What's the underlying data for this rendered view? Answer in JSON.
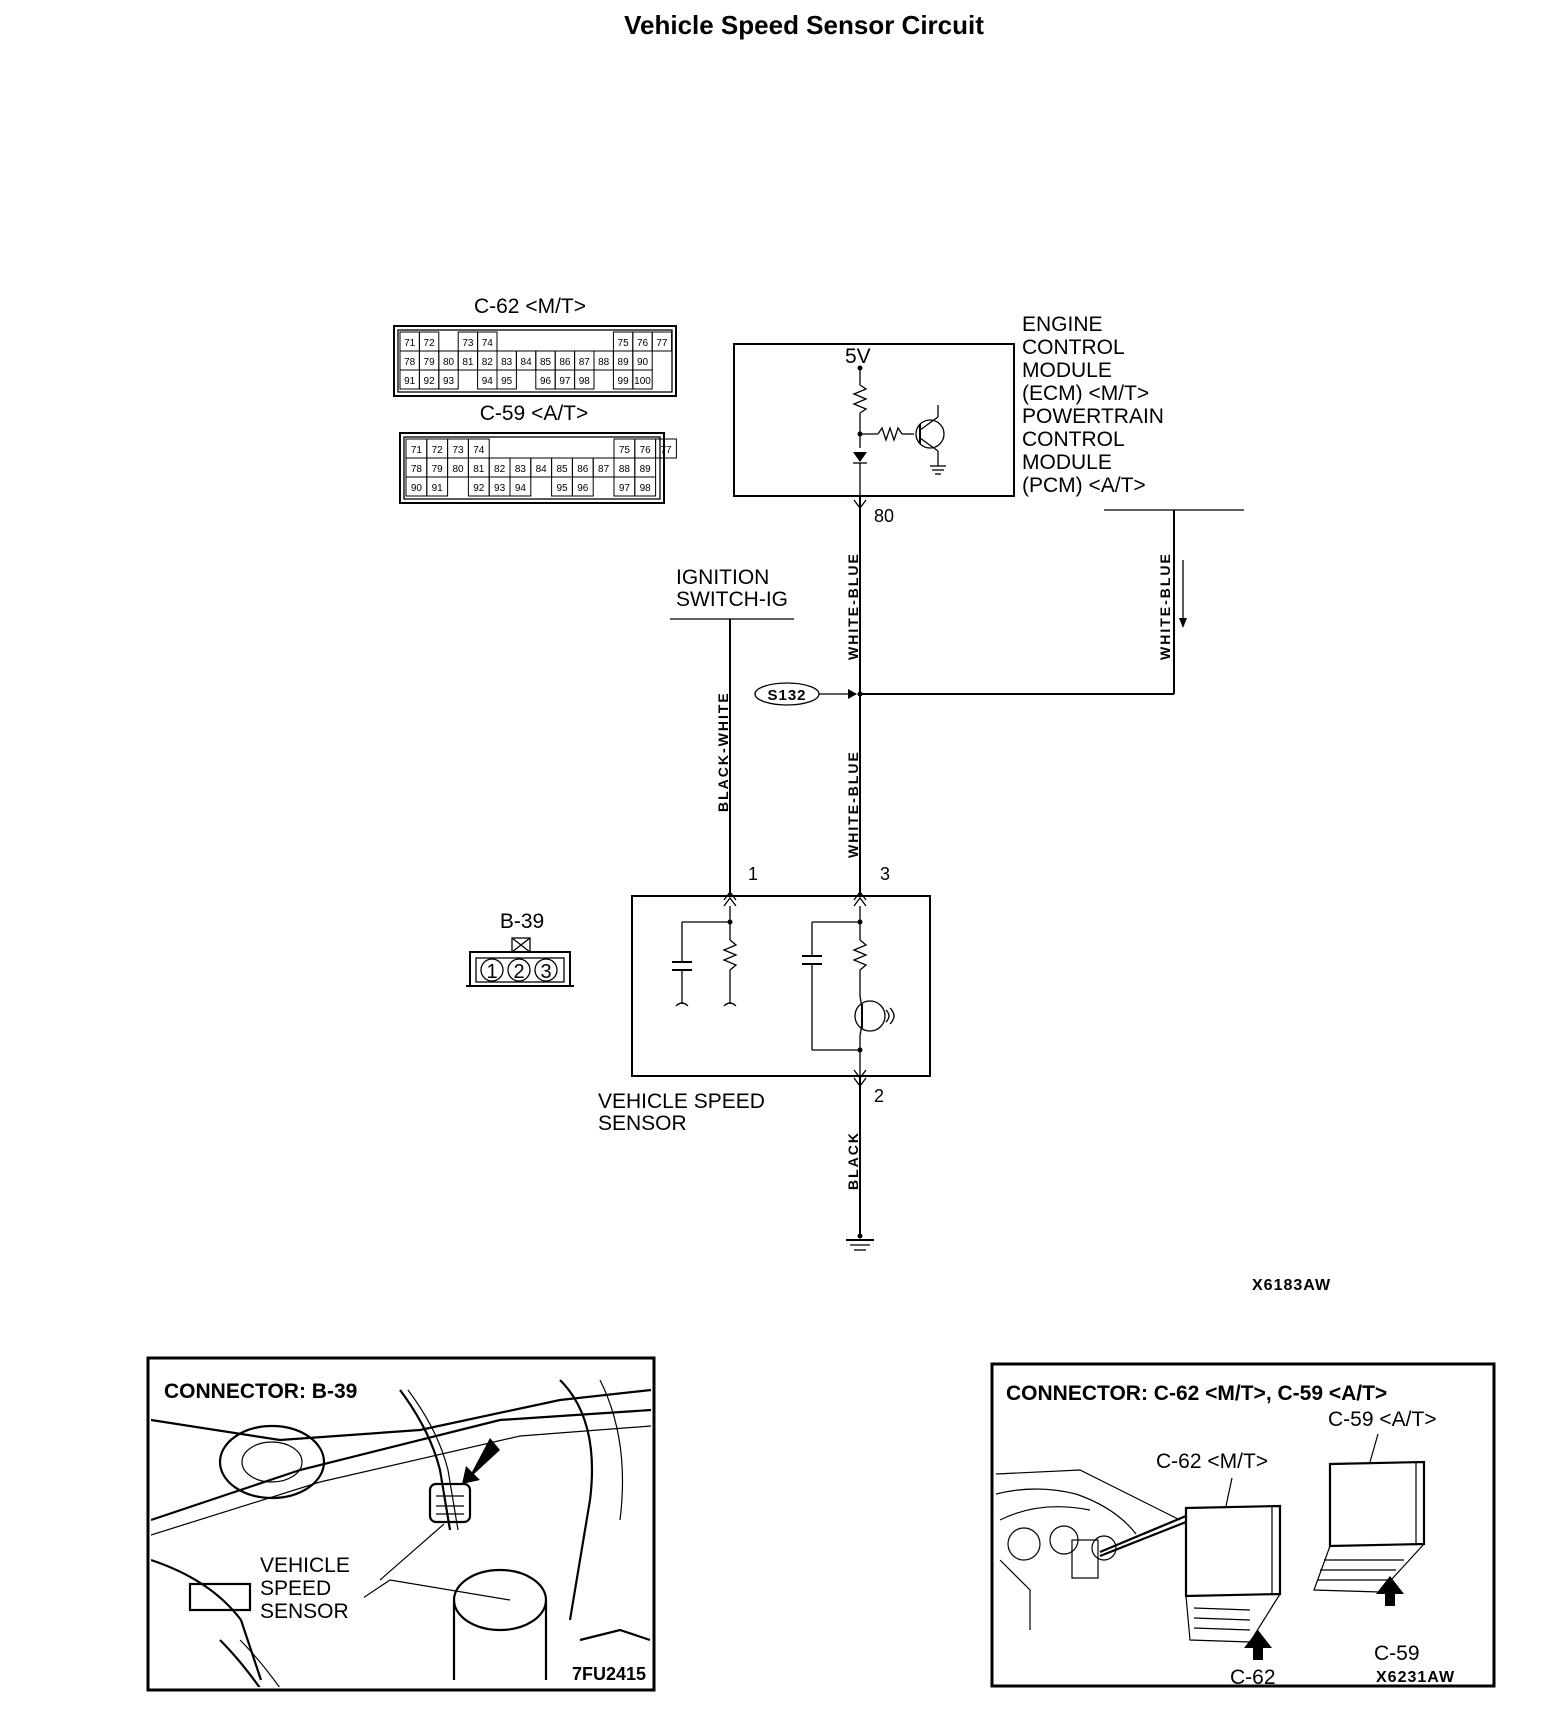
{
  "title": "Vehicle Speed Sensor Circuit",
  "connector_c62": {
    "label": "C-62 <M/T>",
    "rows": [
      [
        "71",
        "72",
        "",
        "73",
        "74",
        "",
        "",
        "",
        "",
        "",
        "",
        "75",
        "76",
        "77"
      ],
      [
        "78",
        "79",
        "80",
        "81",
        "82",
        "83",
        "84",
        "85",
        "86",
        "87",
        "88",
        "89",
        "90"
      ],
      [
        "91",
        "92",
        "93",
        "",
        "94",
        "95",
        "",
        "96",
        "97",
        "98",
        "",
        "99",
        "100"
      ]
    ]
  },
  "connector_c59": {
    "label": "C-59 <A/T>",
    "rows": [
      [
        "71",
        "72",
        "73",
        "74",
        "",
        "",
        "",
        "",
        "",
        "",
        "75",
        "76",
        "77"
      ],
      [
        "78",
        "79",
        "80",
        "81",
        "82",
        "83",
        "84",
        "85",
        "86",
        "87",
        "88",
        "89"
      ],
      [
        "90",
        "91",
        "",
        "92",
        "93",
        "94",
        "",
        "95",
        "96",
        "",
        "97",
        "98"
      ]
    ]
  },
  "ecm": {
    "label_lines": [
      "ENGINE",
      "CONTROL",
      "MODULE",
      "(ECM) <M/T>",
      "POWERTRAIN",
      "CONTROL",
      "MODULE",
      "(PCM) <A/T>"
    ],
    "supply": "5V",
    "pin": "80"
  },
  "wires": {
    "white_blue": "WHITE-BLUE",
    "black_white": "BLACK-WHITE",
    "black": "BLACK"
  },
  "ignition": {
    "line1": "IGNITION",
    "line2": "SWITCH-IG"
  },
  "splice": "S132",
  "sensor": {
    "label_line1": "VEHICLE SPEED",
    "label_line2": "SENSOR",
    "pin1": "1",
    "pin2": "2",
    "pin3": "3"
  },
  "connector_b39": {
    "label": "B-39",
    "pins": [
      "1",
      "2",
      "3"
    ]
  },
  "diagram_code": "X6183AW",
  "photo_left": {
    "heading": "CONNECTOR: B-39",
    "callout_lines": [
      "VEHICLE",
      "SPEED",
      "SENSOR"
    ],
    "code": "7FU2415"
  },
  "photo_right": {
    "heading": "CONNECTOR: C-62 <M/T>, C-59 <A/T>",
    "c59_label": "C-59 <A/T>",
    "c62_label": "C-62 <M/T>",
    "c59_bottom": "C-59",
    "c62_bottom": "C-62",
    "code": "X6231AW"
  }
}
